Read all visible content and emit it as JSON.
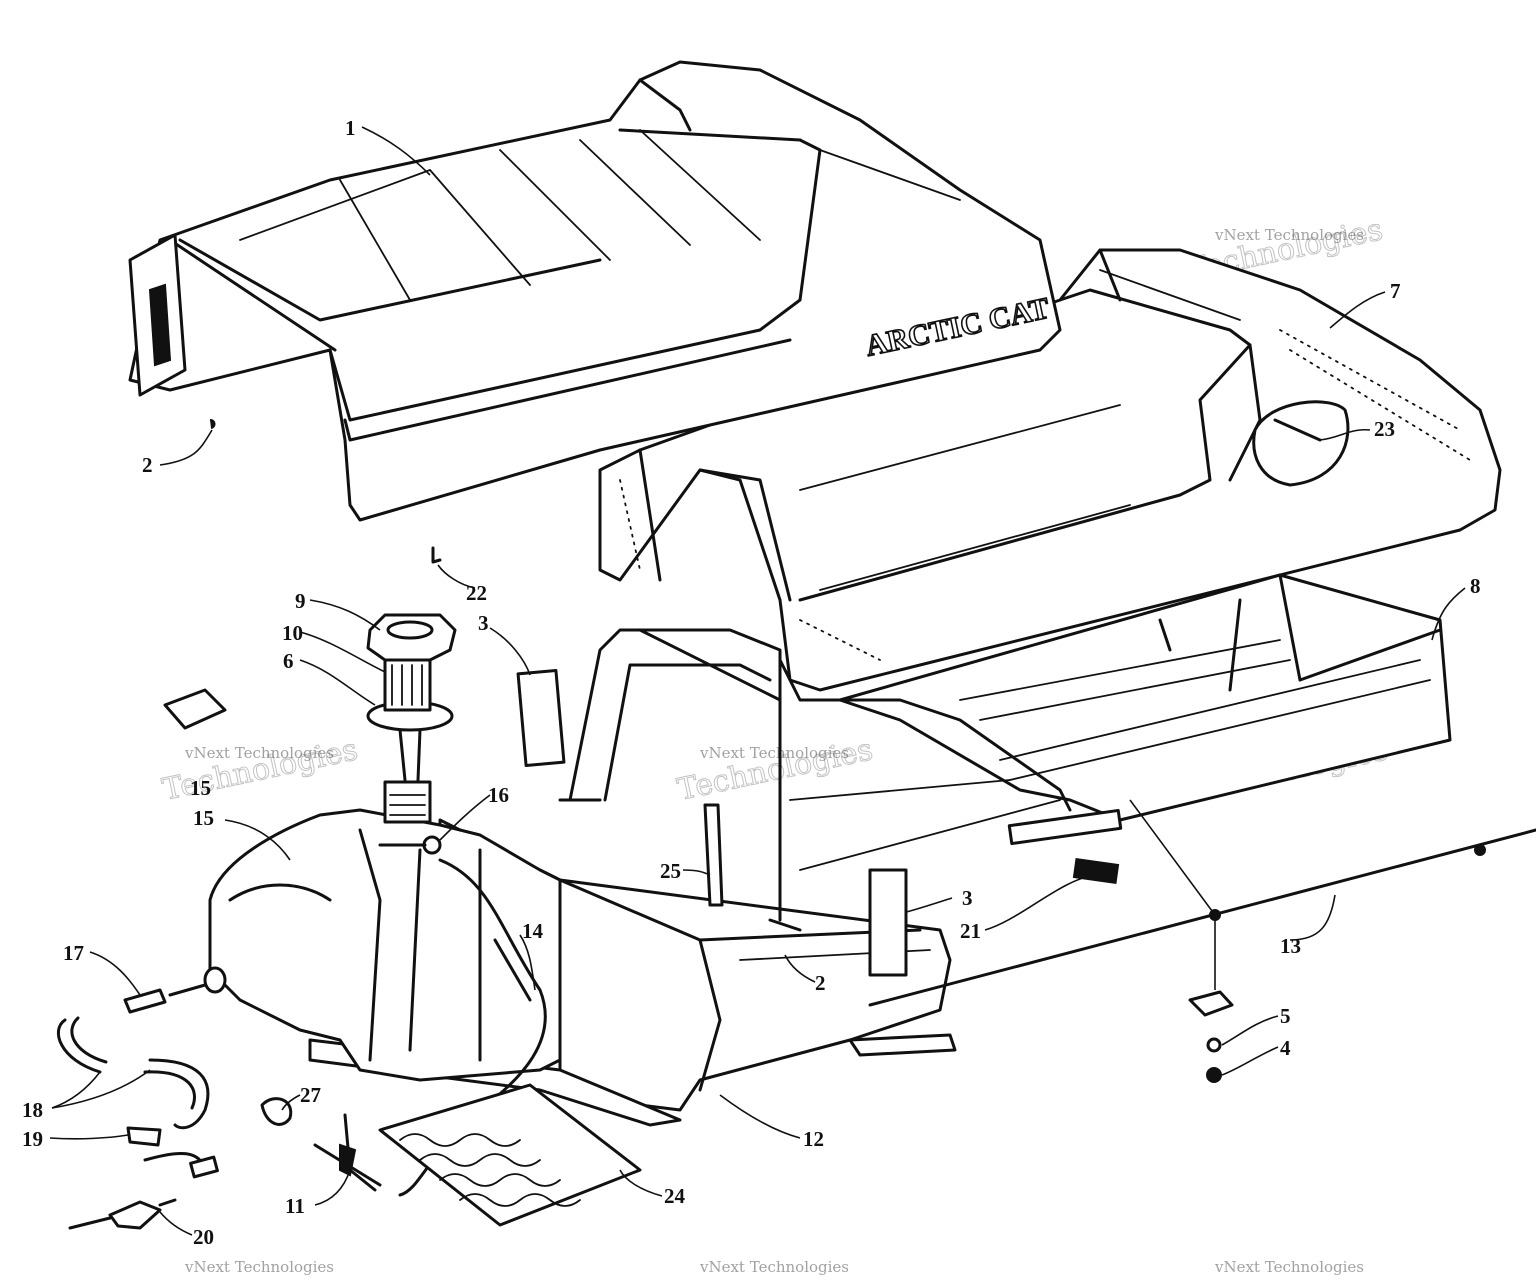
{
  "diagram": {
    "brand_text": "ARCTIC CAT",
    "watermark_text": "vNext Technologies",
    "watermark_big": "Technologies",
    "callouts": [
      {
        "id": "1",
        "label": "1"
      },
      {
        "id": "2a",
        "label": "2"
      },
      {
        "id": "2b",
        "label": "2"
      },
      {
        "id": "3a",
        "label": "3"
      },
      {
        "id": "3b",
        "label": "3"
      },
      {
        "id": "4",
        "label": "4"
      },
      {
        "id": "5",
        "label": "5"
      },
      {
        "id": "6",
        "label": "6"
      },
      {
        "id": "7",
        "label": "7"
      },
      {
        "id": "8",
        "label": "8"
      },
      {
        "id": "9",
        "label": "9"
      },
      {
        "id": "10",
        "label": "10"
      },
      {
        "id": "11",
        "label": "11"
      },
      {
        "id": "12",
        "label": "12"
      },
      {
        "id": "13",
        "label": "13"
      },
      {
        "id": "14",
        "label": "14"
      },
      {
        "id": "15a",
        "label": "15"
      },
      {
        "id": "15b",
        "label": "15"
      },
      {
        "id": "16",
        "label": "16"
      },
      {
        "id": "17",
        "label": "17"
      },
      {
        "id": "18",
        "label": "18"
      },
      {
        "id": "19",
        "label": "19"
      },
      {
        "id": "20",
        "label": "20"
      },
      {
        "id": "21",
        "label": "21"
      },
      {
        "id": "22",
        "label": "22"
      },
      {
        "id": "23",
        "label": "23"
      },
      {
        "id": "24",
        "label": "24"
      },
      {
        "id": "25",
        "label": "25"
      },
      {
        "id": "27",
        "label": "27"
      }
    ]
  }
}
